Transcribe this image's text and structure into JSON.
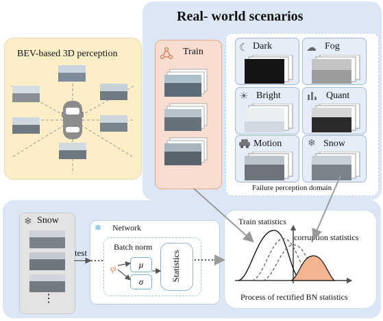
{
  "title": "Real- world scenarios",
  "bev": {
    "label": "BEV-based 3D perception"
  },
  "train": {
    "label": "Train"
  },
  "failure": {
    "label": "Failure perception domain",
    "cards": [
      {
        "label": "Dark",
        "icon": "cloud-moon-icon"
      },
      {
        "label": "Fog",
        "icon": "cloud-icon"
      },
      {
        "label": "Bright",
        "icon": "sun-icon"
      },
      {
        "label": "Quant",
        "icon": "bar-chart-icon"
      },
      {
        "label": "Motion",
        "icon": "car-icon"
      },
      {
        "label": "Snow",
        "icon": "snowflake-icon"
      }
    ]
  },
  "bottom": {
    "snow_label": "Snow",
    "ellipsis": "⋮",
    "test_label": "test",
    "network_label": "Network",
    "batch_norm_label": "Batch norm",
    "phi": "φ",
    "mu": "μ",
    "sigma": "σ",
    "statistics_label": "Statistics"
  },
  "chart": {
    "train_label": "Train statistics",
    "corruption_label": "corruption statistics",
    "caption": "Process of rectified BN statistics"
  },
  "colors": {
    "panel_blue": "#dbe7f5",
    "bev_yellow": "#fcefc8",
    "train_peach": "#f9ddd0",
    "accent_orange": "#f2b591",
    "network_blue": "#7aaed0"
  }
}
